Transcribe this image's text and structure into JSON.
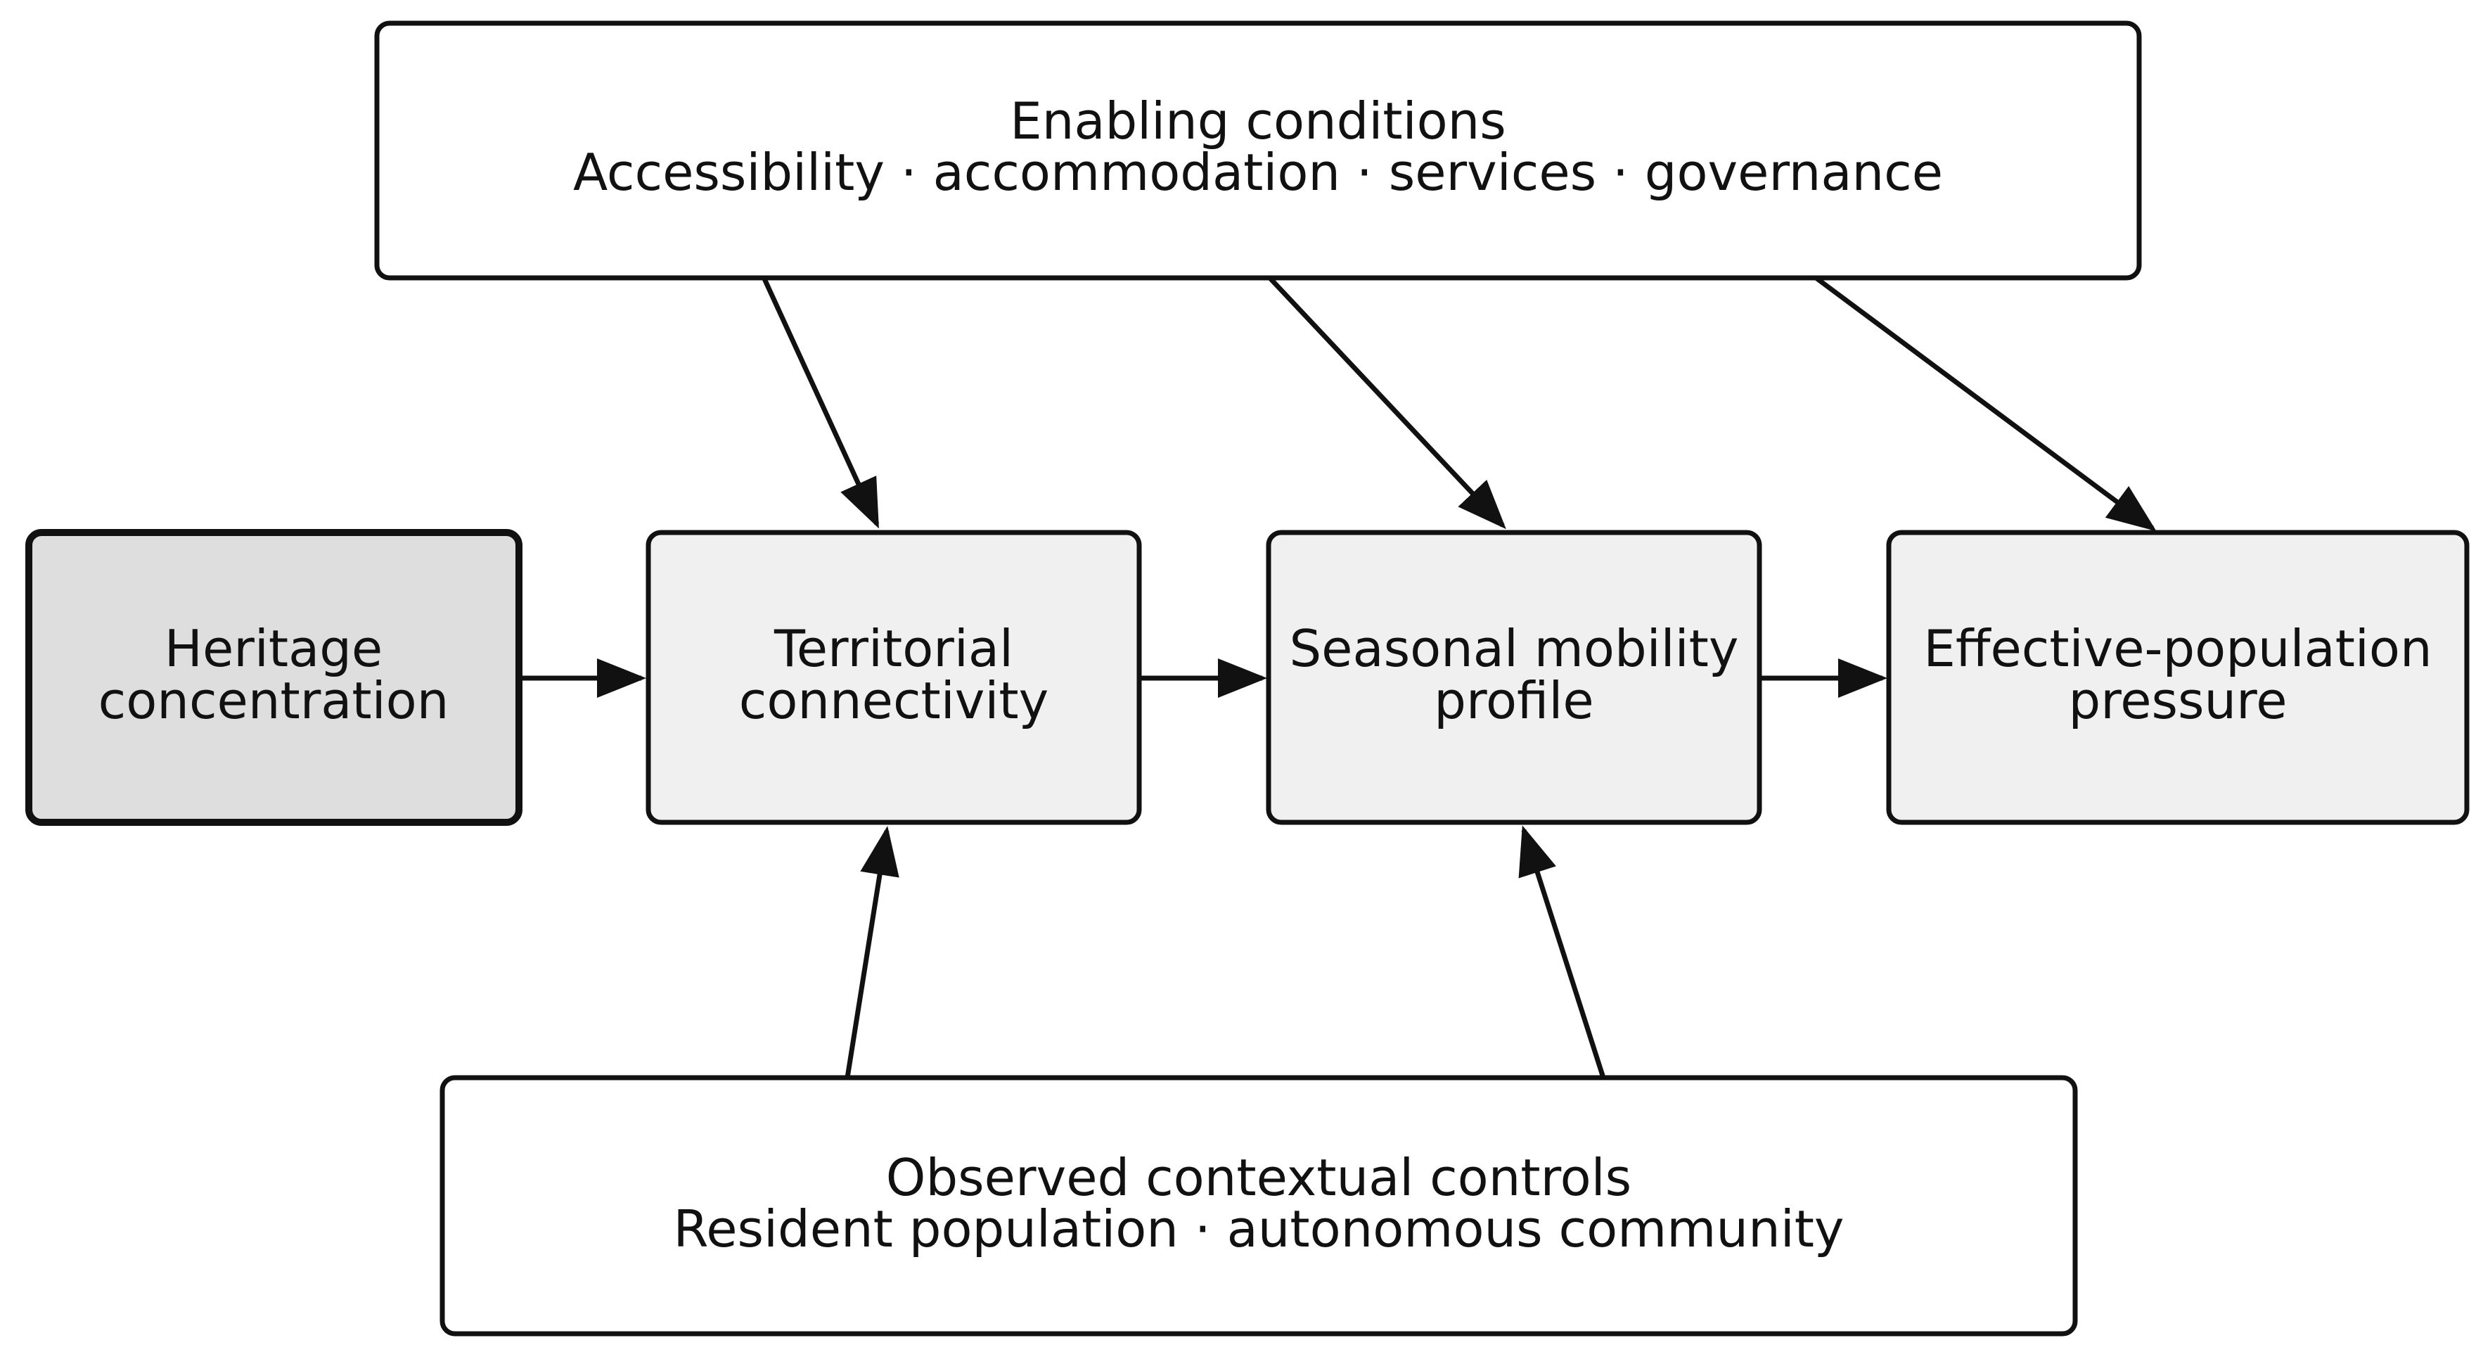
{
  "diagram": {
    "colors": {
      "stroke": "#111111",
      "fill_plain": "#ffffff",
      "fill_light": "#f0f0f0",
      "fill_dark": "#dedede",
      "text": "#111111"
    },
    "nodes": {
      "enabling": {
        "line1": "Enabling conditions",
        "line2": "Accessibility · accommodation · services · governance"
      },
      "heritage": {
        "line1": "Heritage",
        "line2": "concentration"
      },
      "connectivity": {
        "line1": "Territorial",
        "line2": "connectivity"
      },
      "mobility": {
        "line1": "Seasonal mobility",
        "line2": "profile"
      },
      "pressure": {
        "line1": "Effective-population",
        "line2": "pressure"
      },
      "controls": {
        "line1": "Observed contextual controls",
        "line2": "Resident population · autonomous community"
      }
    },
    "edges": [
      {
        "from": "heritage",
        "to": "connectivity"
      },
      {
        "from": "connectivity",
        "to": "mobility"
      },
      {
        "from": "mobility",
        "to": "pressure"
      },
      {
        "from": "enabling",
        "to": "connectivity"
      },
      {
        "from": "enabling",
        "to": "mobility"
      },
      {
        "from": "enabling",
        "to": "pressure"
      },
      {
        "from": "controls",
        "to": "connectivity"
      },
      {
        "from": "controls",
        "to": "mobility"
      }
    ]
  }
}
